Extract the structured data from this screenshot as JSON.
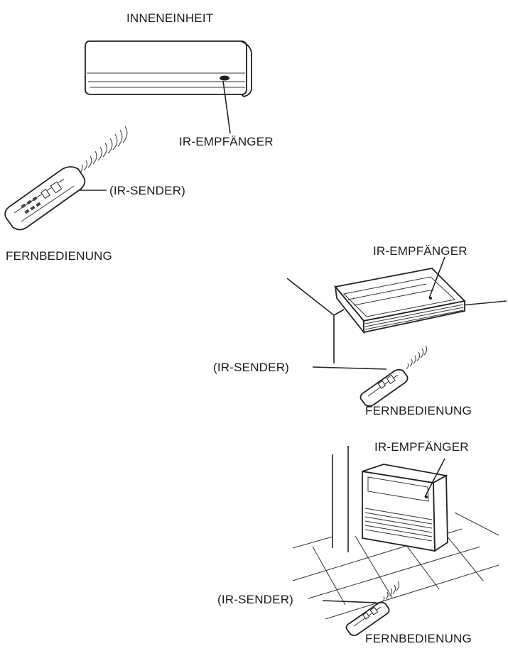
{
  "wall_scene": {
    "indoor_unit_label": "INNENEINHEIT",
    "receiver_label": "IR-EMPFÄNGER",
    "sender_label": "(IR-SENDER)",
    "remote_label": "FERNBEDIENUNG"
  },
  "ceiling_scene": {
    "receiver_label": "IR-EMPFÄNGER",
    "sender_label": "(IR-SENDER)",
    "remote_label": "FERNBEDIENUNG"
  },
  "floor_scene": {
    "receiver_label": "IR-EMPFÄNGER",
    "sender_label": "(IR-SENDER)",
    "remote_label": "FERNBEDIENUNG"
  }
}
